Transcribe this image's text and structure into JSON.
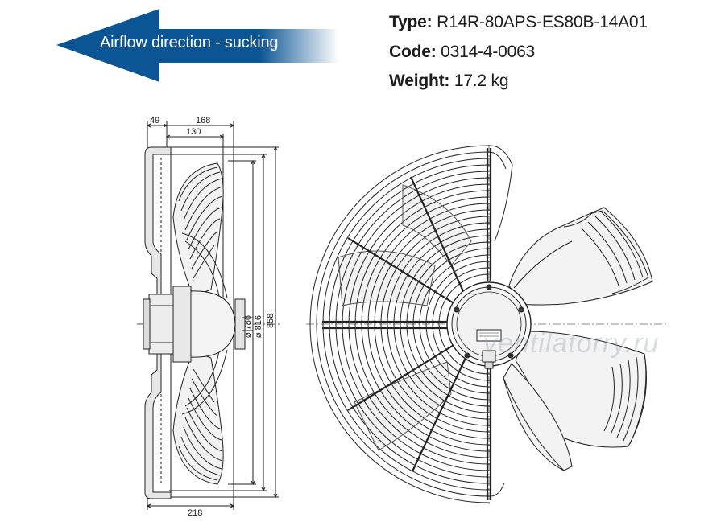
{
  "airflow": {
    "label": "Airflow direction - sucking",
    "color": "#0b5595"
  },
  "specs": {
    "type_label": "Type:",
    "type_value": "R14R-80APS-ES80B-14A01",
    "code_label": "Code:",
    "code_value": "0314-4-0063",
    "weight_label": "Weight:",
    "weight_value": "17.2 kg"
  },
  "dimensions": {
    "d49": "49",
    "d168": "168",
    "d130": "130",
    "d218": "218",
    "dia786": "⌀ 786",
    "dia816": "⌀ 816",
    "dia858": "858"
  },
  "watermark": "ventilatorry.ru"
}
